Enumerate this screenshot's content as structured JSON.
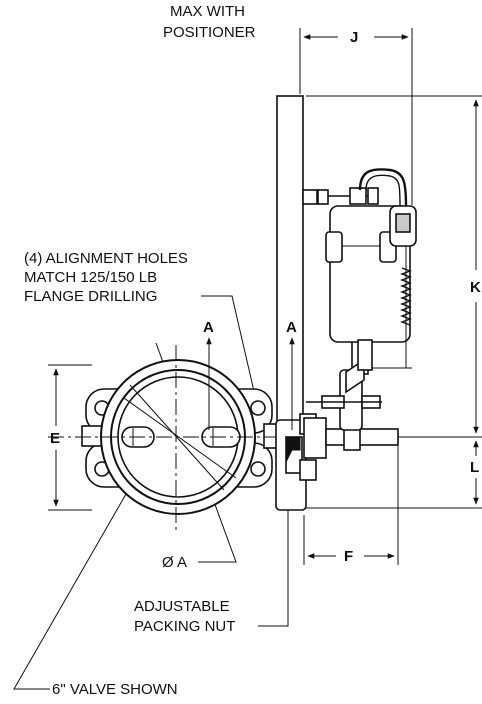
{
  "labels": {
    "positioner_line1": "MAX WITH",
    "positioner_line2": "POSITIONER",
    "alignment_line1": "(4) ALIGNMENT HOLES",
    "alignment_line2": "MATCH 125/150 LB",
    "alignment_line3": "FLANGE DRILLING",
    "packing_line1": "ADJUSTABLE",
    "packing_line2": "PACKING NUT",
    "valve_shown": "6\" VALVE SHOWN",
    "dia_a": "Ø A"
  },
  "dimensions": {
    "j": "J",
    "k": "K",
    "l": "L",
    "e": "E",
    "f": "F",
    "a_left": "A",
    "a_right": "A"
  },
  "colors": {
    "line": "#111111",
    "fill_gray": "#c9c9c9",
    "background": "#ffffff"
  }
}
